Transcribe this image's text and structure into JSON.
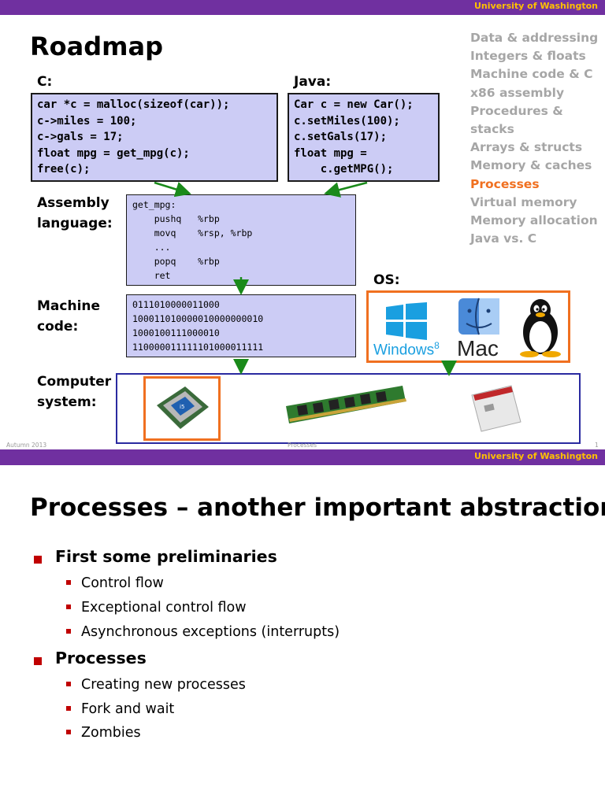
{
  "header": {
    "university": "University of Washington"
  },
  "slide1": {
    "title": "Roadmap",
    "c_label": "C:",
    "java_label": "Java:",
    "c_code": "car *c = malloc(sizeof(car));\nc->miles = 100;\nc->gals = 17;\nfloat mpg = get_mpg(c);\nfree(c);",
    "java_code": "Car c = new Car();\nc.setMiles(100);\nc.setGals(17);\nfloat mpg =\n    c.getMPG();",
    "assembly_label": "Assembly\nlanguage:",
    "assembly_code": "get_mpg:\n    pushq   %rbp\n    movq    %rsp, %rbp\n    ...\n    popq    %rbp\n    ret",
    "machine_label": "Machine\ncode:",
    "machine_code": "0111010000011000\n100011010000010000000010\n1000100111000010\n110000011111101000011111",
    "os_label": "OS:",
    "os_windows": "Windows",
    "os_windows_version": "8",
    "os_mac": "Mac",
    "system_label": "Computer\nsystem:",
    "roadmap": [
      "Data & addressing",
      "Integers & floats",
      "Machine code & C",
      "x86 assembly",
      "Procedures & stacks",
      "Arrays & structs",
      "Memory & caches",
      "Processes",
      "Virtual memory",
      "Memory allocation",
      "Java vs. C"
    ],
    "roadmap_active_index": 7,
    "footer_left": "Autumn 2013",
    "footer_center": "Processes",
    "footer_right": "1"
  },
  "slide2": {
    "title": "Processes – another important abstraction",
    "sections": [
      {
        "label": "First some preliminaries",
        "items": [
          "Control flow",
          "Exceptional control flow",
          "Asynchronous exceptions (interrupts)"
        ]
      },
      {
        "label": "Processes",
        "items": [
          "Creating new processes",
          "Fork and wait",
          "Zombies"
        ]
      }
    ]
  },
  "colors": {
    "header_bar": "#7030a0",
    "header_text": "#ffc000",
    "accent": "#f07020",
    "code_bg": "#ccccf5",
    "arrow": "#1a8a1a",
    "bullet": "#c00000"
  }
}
